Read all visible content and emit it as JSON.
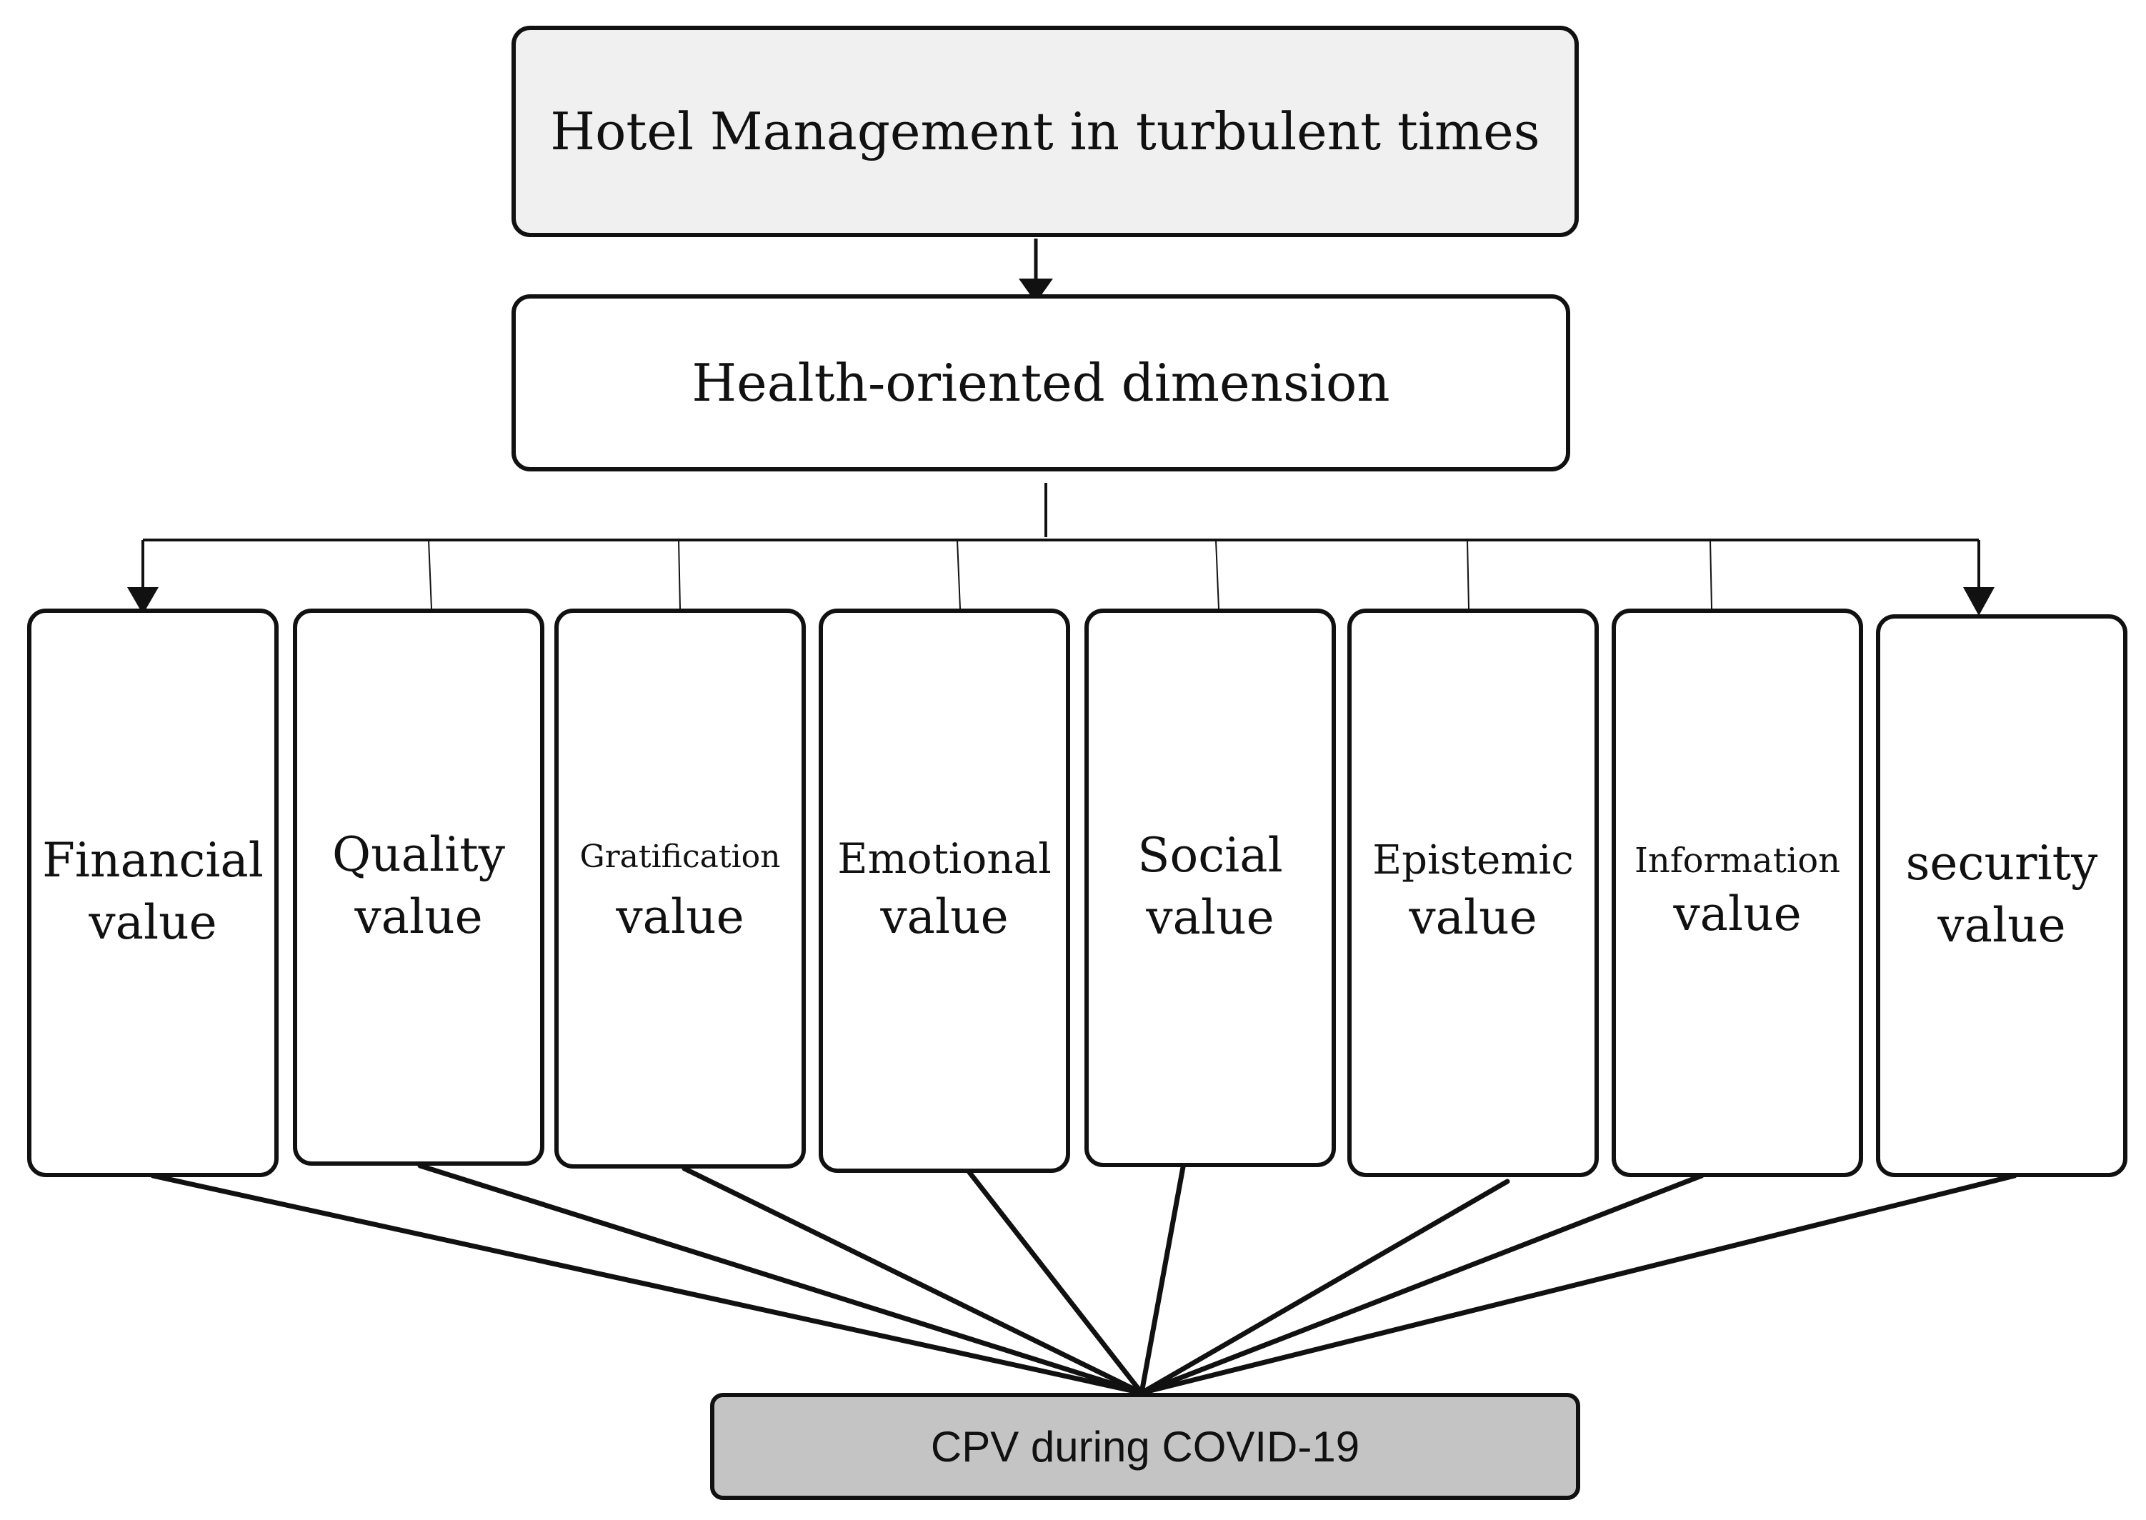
{
  "diagram": {
    "top_box": "Hotel Management in turbulent times",
    "dimension_box": "Health-oriented dimension",
    "values": [
      {
        "name": "Financial",
        "suffix": "value"
      },
      {
        "name": "Quality",
        "suffix": "value"
      },
      {
        "name": "Gratification",
        "suffix": "value"
      },
      {
        "name": "Emotional",
        "suffix": "value"
      },
      {
        "name": "Social",
        "suffix": "value"
      },
      {
        "name": "Epistemic",
        "suffix": "value"
      },
      {
        "name": "Information",
        "suffix": "value"
      },
      {
        "name": "security",
        "suffix": "value"
      }
    ],
    "outcome_box": "CPV during COVID-19"
  },
  "colors": {
    "top_fill": "#f0f0f0",
    "outcome_fill": "#c4c4c4",
    "stroke": "#111111"
  }
}
